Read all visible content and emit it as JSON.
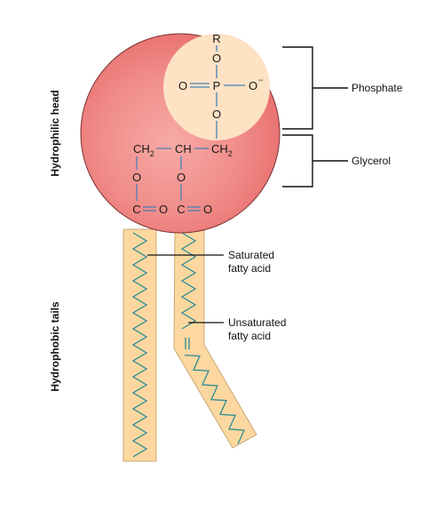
{
  "side_labels": {
    "head": "Hydrophilic head",
    "tails": "Hydrophobic tails"
  },
  "callouts": {
    "phosphate": "Phosphate",
    "glycerol": "Glycerol",
    "saturated_line1": "Saturated",
    "saturated_line2": "fatty acid",
    "unsaturated_line1": "Unsaturated",
    "unsaturated_line2": "fatty acid"
  },
  "chemistry": {
    "r_group": "R",
    "oxygen": "O",
    "phosphorus": "P",
    "o_minus": "O",
    "minus_sign": "−",
    "ch": "CH",
    "c": "C",
    "subscript_2": "2"
  },
  "colors": {
    "head_fill": "#f08080",
    "head_inner_light": "#f6a3a0",
    "phosphate_fill": "#fde2c4",
    "tail_fill": "#fcd8a0",
    "tail_border": "#c8a873",
    "bond_color": "#4a7fb5",
    "zigzag_color": "#2f8c95"
  }
}
